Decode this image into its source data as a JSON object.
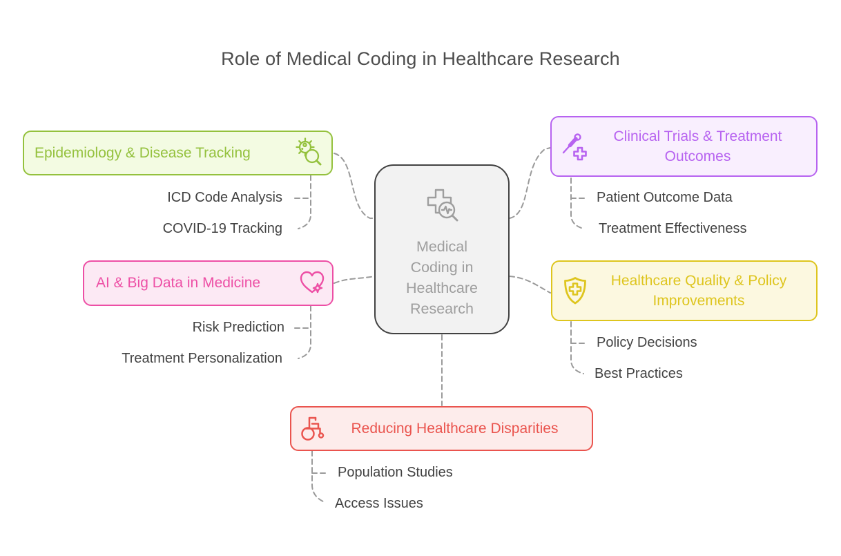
{
  "title": "Role of Medical Coding in Healthcare Research",
  "center": {
    "label": "Medical Coding in Healthcare Research",
    "lines": [
      "Medical",
      "Coding in",
      "Healthcare",
      "Research"
    ],
    "icon": "medical-cross-search-icon",
    "fill": "#f2f2f2",
    "border": "#424242",
    "text_color": "#9e9e9e"
  },
  "palette": {
    "connector": "#9a9a9a",
    "title_text": "#4d4d4d",
    "child_text": "#424242"
  },
  "branches": [
    {
      "id": "epidemiology",
      "label": "Epidemiology & Disease Tracking",
      "icon": "virus-search-icon",
      "color": "#94c13d",
      "fill": "#f3fbe2",
      "children": [
        "ICD Code Analysis",
        "COVID-19 Tracking"
      ]
    },
    {
      "id": "ai-big-data",
      "label": "AI & Big Data in Medicine",
      "icon": "heart-sparkle-icon",
      "color": "#ed4fa5",
      "fill": "#fce9f4",
      "children": [
        "Risk Prediction",
        "Treatment Personalization"
      ]
    },
    {
      "id": "clinical-trials",
      "label": "Clinical Trials & Treatment Outcomes",
      "icon": "syringe-plus-icon",
      "color": "#b763f0",
      "fill": "#f9effe",
      "children": [
        "Patient Outcome Data",
        "Treatment Effectiveness"
      ]
    },
    {
      "id": "quality-policy",
      "label": "Healthcare Quality & Policy Improvements",
      "icon": "shield-cross-icon",
      "color": "#dec51e",
      "fill": "#fcf8e0",
      "children": [
        "Policy Decisions",
        "Best Practices"
      ]
    },
    {
      "id": "disparities",
      "label": "Reducing Healthcare Disparities",
      "icon": "wheelchair-icon",
      "color": "#ea544e",
      "fill": "#fdeceb",
      "children": [
        "Population Studies",
        "Access Issues"
      ]
    }
  ]
}
